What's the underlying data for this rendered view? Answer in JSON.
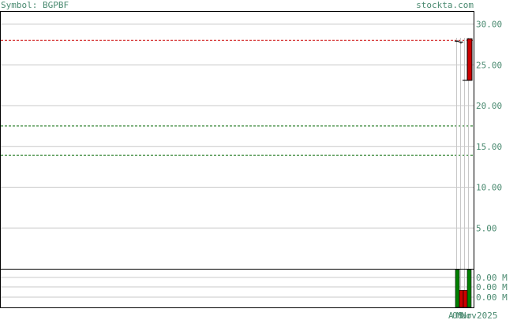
{
  "header": {
    "symbol_label": "Symbol: BGPBF",
    "site": "stockta.com"
  },
  "colors": {
    "grid": "#c8c8c8",
    "frame": "#000000",
    "axis_text": "#4a8a70",
    "up_bar": "#008000",
    "down_bar": "#cc0000",
    "resistance_line": "#cc0000",
    "support_line": "#006600"
  },
  "chart_data": [
    {
      "type": "candlestick",
      "panel": "price",
      "ylim": [
        0,
        31.5
      ],
      "yticks": [
        5,
        10,
        15,
        20,
        25,
        30
      ],
      "ytick_labels": [
        "5.00",
        "10.00",
        "15.00",
        "20.00",
        "25.00",
        "30.00"
      ],
      "grid": true,
      "horizontal_lines": [
        {
          "kind": "resistance",
          "value": 28.0
        },
        {
          "kind": "support",
          "value": 17.5
        },
        {
          "kind": "support",
          "value": 13.9
        }
      ],
      "candles": [
        {
          "index": 0,
          "open": 27.9,
          "high": 28.0,
          "low": 27.8,
          "close": 27.9
        },
        {
          "index": 1,
          "open": 27.8,
          "high": 27.8,
          "low": 27.6,
          "close": 27.7
        },
        {
          "index": 2,
          "open": 23.1,
          "high": 23.1,
          "low": 23.1,
          "close": 23.1
        },
        {
          "index": 3,
          "open": 28.2,
          "high": 28.2,
          "low": 23.1,
          "close": 23.1
        }
      ]
    },
    {
      "type": "bar",
      "panel": "volume",
      "yticks": [
        0,
        0,
        0
      ],
      "ytick_labels": [
        "0.00 M",
        "0.00 M",
        "0.00 M"
      ],
      "ylim": [
        0,
        1
      ],
      "grid": true,
      "bars": [
        {
          "index": 0,
          "value": 1.0,
          "direction": "up"
        },
        {
          "index": 1,
          "value": 0.45,
          "direction": "down"
        },
        {
          "index": 2,
          "value": 0.45,
          "direction": "down"
        },
        {
          "index": 3,
          "value": 1.0,
          "direction": "up"
        }
      ],
      "x_tick_labels": [
        "A",
        "08",
        "Mar",
        "Nov",
        "2025"
      ]
    }
  ]
}
